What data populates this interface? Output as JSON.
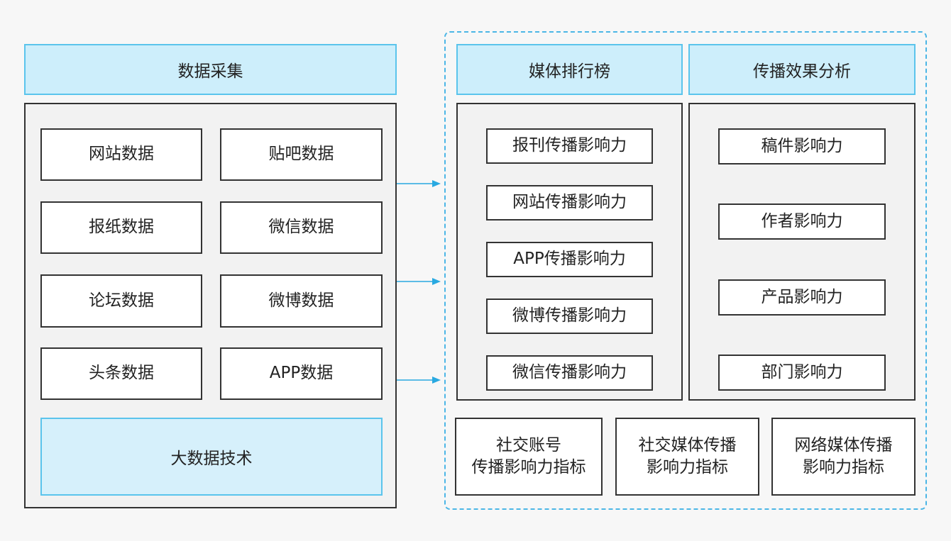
{
  "left": {
    "title": "数据采集",
    "sources": [
      "网站数据",
      "贴吧数据",
      "报纸数据",
      "微信数据",
      "论坛数据",
      "微博数据",
      "头条数据",
      "APP数据"
    ],
    "tech": "大数据技术"
  },
  "right": {
    "ranking": {
      "title": "媒体排行榜",
      "items": [
        "报刊传播影响力",
        "网站传播影响力",
        "APP传播影响力",
        "微博传播影响力",
        "微信传播影响力"
      ]
    },
    "analysis": {
      "title": "传播效果分析",
      "items": [
        "稿件影响力",
        "作者影响力",
        "产品影响力",
        "部门影响力"
      ]
    },
    "indicators": [
      {
        "line1": "社交账号",
        "line2": "传播影响力指标"
      },
      {
        "line1": "社交媒体传播",
        "line2": "影响力指标"
      },
      {
        "line1": "网络媒体传播",
        "line2": "影响力指标"
      }
    ]
  },
  "colors": {
    "accent": "#5bc4ec",
    "header_fill": "#cdeefb",
    "arrow": "#29a9e1"
  }
}
